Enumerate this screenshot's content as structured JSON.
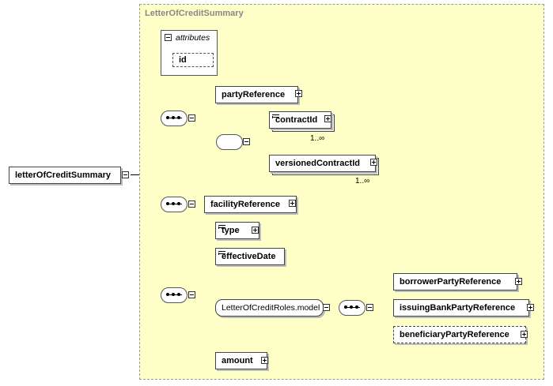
{
  "diagram": {
    "type_name": "LetterOfCreditSummary",
    "root_element": "letterOfCreditSummary",
    "attributes": {
      "label": "attributes",
      "items": [
        "id"
      ]
    },
    "sequence1": {
      "party_reference": "partyReference",
      "choice": {
        "contract_id": "contractId",
        "contract_id_cardinality": "1..∞",
        "versioned_contract_id": "versionedContractId",
        "versioned_contract_id_cardinality": "1..∞"
      }
    },
    "sequence2": {
      "facility_reference": "facilityReference"
    },
    "sequence3": {
      "type": "type",
      "effective_date": "effectiveDate",
      "roles_group": "LetterOfCreditRoles.model",
      "roles": {
        "borrower_party_reference": "borrowerPartyReference",
        "issuing_bank_party_reference": "issuingBankPartyReference",
        "beneficiary_party_reference": "beneficiaryPartyReference"
      },
      "amount": "amount"
    }
  }
}
